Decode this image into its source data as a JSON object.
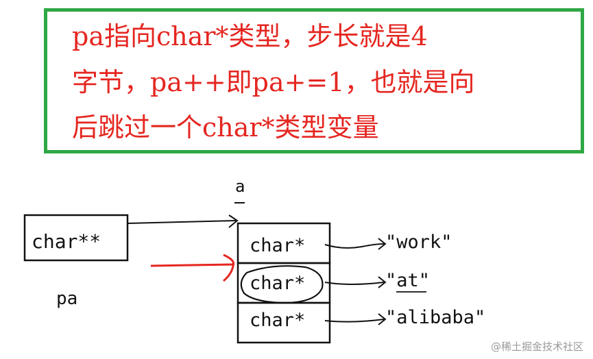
{
  "note": {
    "line1": "pa指向char*类型，步长就是4",
    "line2": "字节，pa++即pa+=1，也就是向",
    "line3": "后跳过一个char*类型变量"
  },
  "diagram": {
    "pointer_box_label": "char**",
    "pointer_name": "pa",
    "array_name": "a",
    "cells": [
      "char*",
      "char*",
      "char*"
    ],
    "strings": [
      "\"work\"",
      "\"at\"",
      "\"alibaba\""
    ],
    "colors": {
      "note_text": "#e52620",
      "note_border": "#2ea844",
      "red_arrow": "#e52620",
      "ink": "#111111"
    }
  },
  "watermark": "@稀土掘金技术社区"
}
